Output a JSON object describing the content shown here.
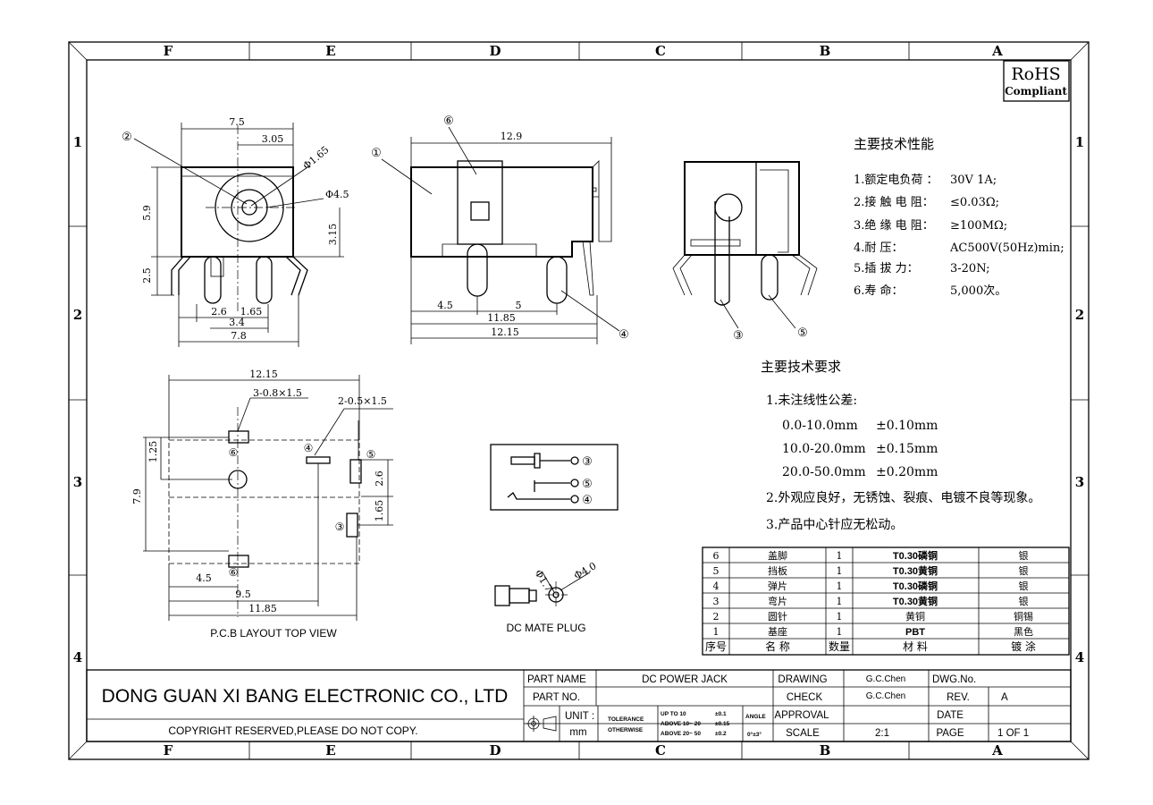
{
  "zone_letters": [
    "F",
    "E",
    "D",
    "C",
    "B",
    "A"
  ],
  "zone_numbers": [
    "1",
    "2",
    "3",
    "4"
  ],
  "rohs": {
    "line1": "RoHS",
    "line2": "Compliant"
  },
  "front_view": {
    "dims": {
      "w75": "7.5",
      "w305": "3.05",
      "h59": "5.9",
      "h25": "2.5",
      "h315": "3.15",
      "d26": "2.6",
      "d165": "1.65",
      "d34": "3.4",
      "d78": "7.8",
      "phi165": "Φ1.65",
      "phi45": "Φ4.5"
    },
    "callout": "②"
  },
  "side_view": {
    "dims": {
      "w129": "12.9",
      "d45": "4.5",
      "d5": "5",
      "d1185": "11.85",
      "d1215": "12.15"
    },
    "callouts": [
      "①",
      "⑥",
      "④"
    ]
  },
  "back_view": {
    "callouts": [
      "③",
      "⑤"
    ]
  },
  "pcb_layout": {
    "title": "P.C.B LAYOUT  TOP VIEW",
    "dims": {
      "w1215": "12.15",
      "slot1": "3-0.8×1.5",
      "slot2": "2-0.5×1.5",
      "h79": "7.9",
      "h125": "1.25",
      "h26": "2.6",
      "h165": "1.65",
      "d45": "4.5",
      "d95": "9.5",
      "d1185": "11.85"
    },
    "callouts": {
      "six_top": "⑥",
      "four": "④",
      "five": "⑤",
      "three": "③",
      "six_bottom": "⑥"
    }
  },
  "schematic": {
    "pins": [
      "③",
      "⑤",
      "④"
    ]
  },
  "mate_plug": {
    "label": "DC MATE PLUG",
    "d1": "Φ1.7",
    "d2": "Φ4.0"
  },
  "specs": {
    "title": "主要技术性能",
    "items": [
      {
        "label": "1.额定电负荷 ：",
        "value": "30V 1A;"
      },
      {
        "label": "2.接 触 电 阻：",
        "value": "≤0.03Ω;"
      },
      {
        "label": "3.绝 缘 电 阻：",
        "value": "≥100MΩ;"
      },
      {
        "label": "4.耐        压：",
        "value": "AC500V(50Hz)min;"
      },
      {
        "label": "5.插  拔    力：",
        "value": "3-20N;"
      },
      {
        "label": "6.寿        命：",
        "value": "5,000次。"
      }
    ]
  },
  "requirements": {
    "title": "主要技术要求",
    "tol_title": "1.未注线性公差:",
    "tolerances": [
      {
        "range": "0.0-10.0mm",
        "tol": "±0.10mm"
      },
      {
        "range": "10.0-20.0mm",
        "tol": "±0.15mm"
      },
      {
        "range": "20.0-50.0mm",
        "tol": "±0.20mm"
      }
    ],
    "item2": "2.外观应良好，无锈蚀、裂痕、电镀不良等现象。",
    "item3": "3.产品中心针应无松动。"
  },
  "bom": {
    "rows": [
      {
        "no": "6",
        "name": "盖脚",
        "qty": "1",
        "material": "T0.30磷铜",
        "finish": "银"
      },
      {
        "no": "5",
        "name": "挡板",
        "qty": "1",
        "material": "T0.30黄铜",
        "finish": "银"
      },
      {
        "no": "4",
        "name": "弹片",
        "qty": "1",
        "material": "T0.30磷铜",
        "finish": "银"
      },
      {
        "no": "3",
        "name": "弯片",
        "qty": "1",
        "material": "T0.30黄铜",
        "finish": "银"
      },
      {
        "no": "2",
        "name": "圆针",
        "qty": "1",
        "material": "黄铜",
        "finish": "铜锡"
      },
      {
        "no": "1",
        "name": "基座",
        "qty": "1",
        "material": "PBT",
        "finish": "黑色"
      }
    ],
    "header": {
      "no": "序号",
      "name": "名   称",
      "qty": "数量",
      "material": "材     料",
      "finish": "镀     涂"
    }
  },
  "title_block": {
    "company": "DONG GUAN XI BANG ELECTRONIC CO., LTD",
    "copyright": "COPYRIGHT RESERVED,PLEASE DO NOT COPY.",
    "part_name_label": "PART NAME",
    "part_name": "DC POWER JACK",
    "part_no_label": "PART NO.",
    "unit_label": "UNIT :",
    "unit": "mm",
    "tolerance_label": "TOLERANCE",
    "otherwise_label": "OTHERWISE",
    "tol_lines": [
      {
        "range": "UP TO 10",
        "tol": "±0.1"
      },
      {
        "range": "ABOVE 10~  20",
        "tol": "±0.15"
      },
      {
        "range": "ABOVE 20~  50",
        "tol": "±0.2"
      }
    ],
    "angle_label": "ANGLE",
    "angle": "0°±3°",
    "drawing_label": "DRAWING",
    "drawing": "G.C.Chen",
    "check_label": "CHECK",
    "check": "G.C.Chen",
    "approval_label": "APPROVAL",
    "approval": "",
    "scale_label": "SCALE",
    "scale": "2:1",
    "dwg_no_label": "DWG.No.",
    "rev_label": "REV.",
    "rev": "A",
    "date_label": "DATE",
    "page_label": "PAGE",
    "page": "1 OF 1"
  }
}
